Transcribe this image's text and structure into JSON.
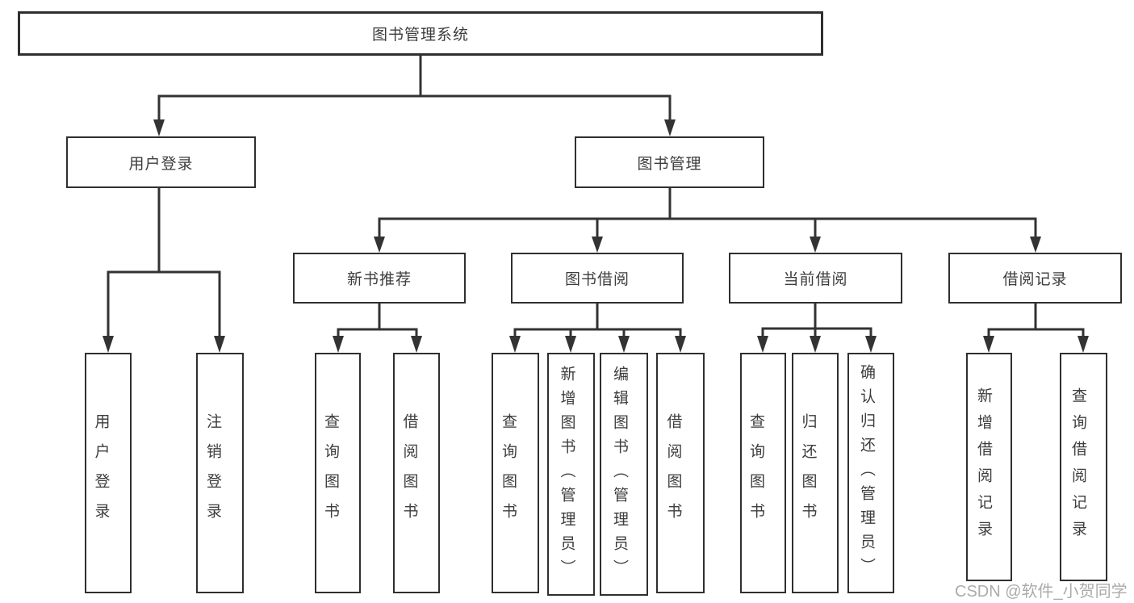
{
  "diagram": {
    "root": {
      "label": "图书管理系统"
    },
    "level2": [
      {
        "label": "用户登录"
      },
      {
        "label": "图书管理"
      }
    ],
    "level3": [
      {
        "label": "新书推荐"
      },
      {
        "label": "图书借阅"
      },
      {
        "label": "当前借阅"
      },
      {
        "label": "借阅记录"
      }
    ],
    "leaves": {
      "login": [
        {
          "label": "用户登录"
        },
        {
          "label": "注销登录"
        }
      ],
      "recommend": [
        {
          "label": "查询图书"
        },
        {
          "label": "借阅图书"
        }
      ],
      "borrow": [
        {
          "label": "查询图书"
        },
        {
          "label": "新增图书（管理员）"
        },
        {
          "label": "编辑图书（管理员）"
        },
        {
          "label": "借阅图书"
        }
      ],
      "current": [
        {
          "label": "查询图书"
        },
        {
          "label": "归还图书"
        },
        {
          "label": "确认归还（管理员）"
        }
      ],
      "records": [
        {
          "label": "新增借阅记录"
        },
        {
          "label": "查询借阅记录"
        }
      ]
    },
    "colors": {
      "line": "#333333",
      "text": "#3d3d3d",
      "background": "#ffffff",
      "watermark_text": "#a4a4a4"
    },
    "watermark": "CSDN @软件_小贺同学"
  }
}
